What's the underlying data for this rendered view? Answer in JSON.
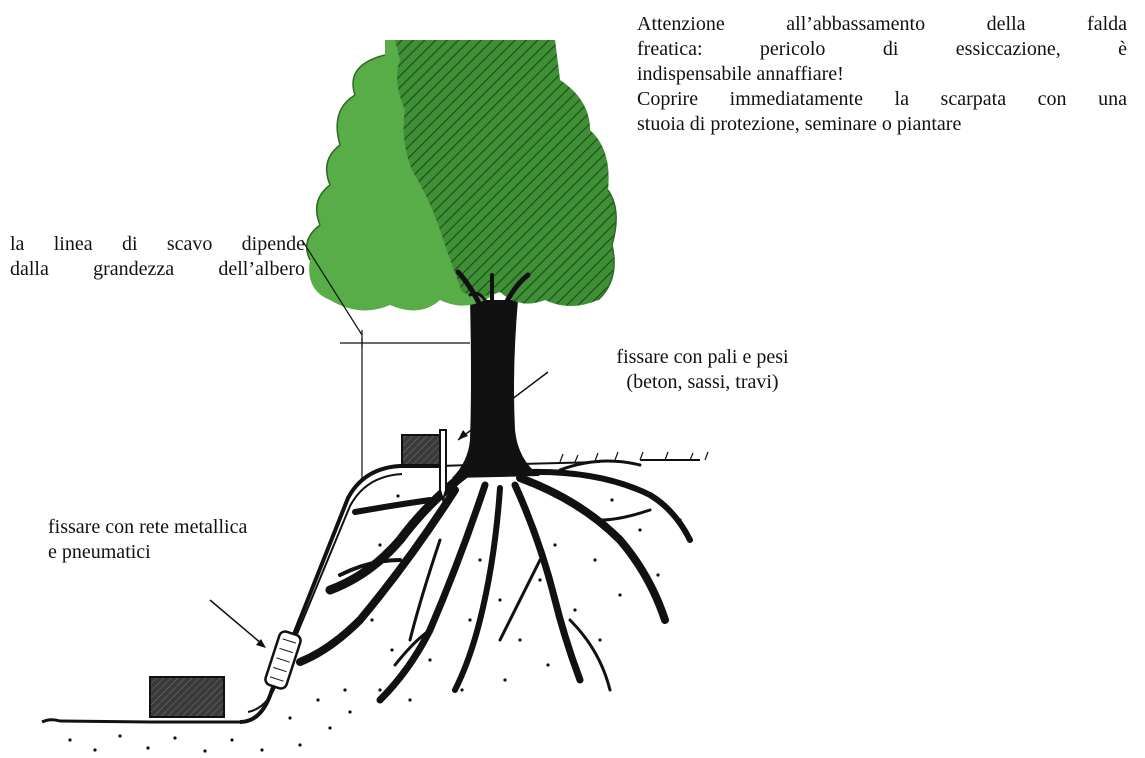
{
  "notes": {
    "top": {
      "line1": "Attenzione all’abbassamento della falda",
      "line2": "freatica: pericolo di essiccazione, è",
      "line3": "indispensabile annaffiare!",
      "line4": "Coprire immediatamente la scarpata con una",
      "line5": "stuoia di protezione, seminare o piantare"
    },
    "excavation_line": {
      "line1": "la linea di scavo dipende",
      "line2": "dalla grandezza dell’albero"
    },
    "stakes_weights": {
      "line1": "fissare con pali e pesi",
      "line2": "(beton, sassi, travi)"
    },
    "mesh_tyres": {
      "line1": "fissare con rete metallica",
      "line2": "e pneumatici"
    }
  },
  "colors": {
    "foliage_light": "#58ad48",
    "foliage_dark": "#3f8f36",
    "trunk": "#111111",
    "weight_block": "#3a3a3a"
  }
}
